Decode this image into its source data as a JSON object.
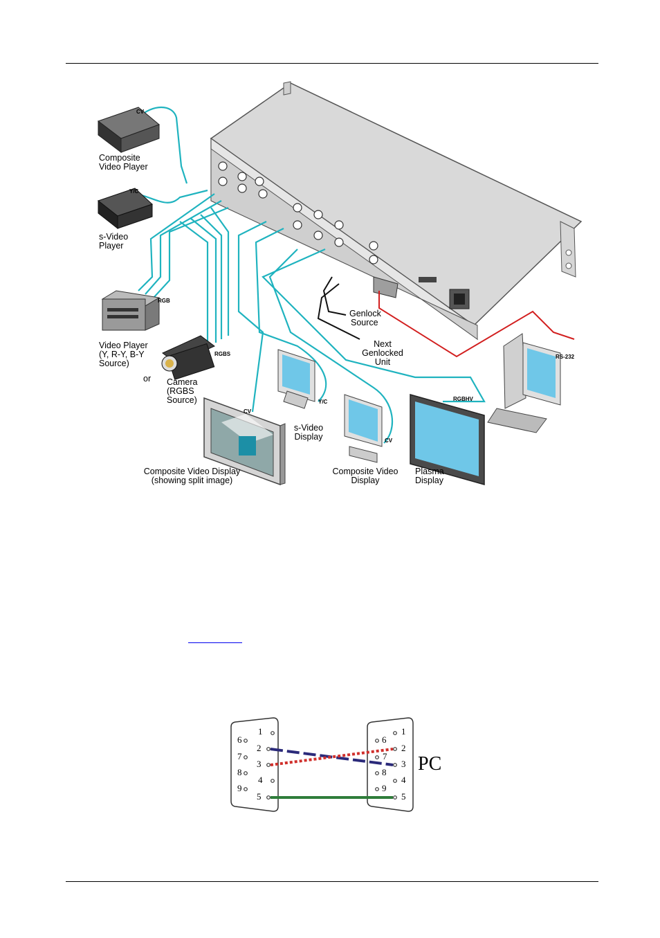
{
  "diagram": {
    "labels": {
      "composite_video_player": [
        "Composite",
        "Video Player"
      ],
      "s_video_player": [
        "s-Video",
        "Player"
      ],
      "video_player": [
        "Video Player",
        "(Y, R-Y, B-Y",
        "Source)"
      ],
      "or": "or",
      "camera": [
        "Camera",
        "(RGBS",
        "Source)"
      ],
      "genlock_source": [
        "Genlock",
        "Source"
      ],
      "next_genlocked_unit": [
        "Next",
        "Genlocked",
        "Unit"
      ],
      "composite_video_display_split": [
        "Composite Video Display",
        "(showing split image)"
      ],
      "s_video_display": [
        "s-Video",
        "Display"
      ],
      "composite_video_display": [
        "Composite Video",
        "Display"
      ],
      "plasma_display": [
        "Plasma",
        "Display"
      ]
    },
    "cable_tags": {
      "cv_top": "CV",
      "yc_top": "Y/C",
      "rgb": "RGB",
      "rgbs": "RGBS",
      "cv_display": "CV",
      "yc_display": "Y/C",
      "cv_display2": "CV",
      "rgbhv": "RGBHV",
      "rs232": "RS-232"
    }
  },
  "wiring": {
    "left_pins": [
      "1",
      "2",
      "3",
      "4",
      "5",
      "6",
      "7",
      "8",
      "9"
    ],
    "right_pins": [
      "1",
      "2",
      "3",
      "4",
      "5",
      "6",
      "7",
      "8",
      "9"
    ],
    "pc_label": "PC",
    "colors": {
      "pin2_to_3": "#2b2a7a",
      "pin3_to_2": "#d0302c",
      "ground": "#2f7d3a"
    }
  }
}
